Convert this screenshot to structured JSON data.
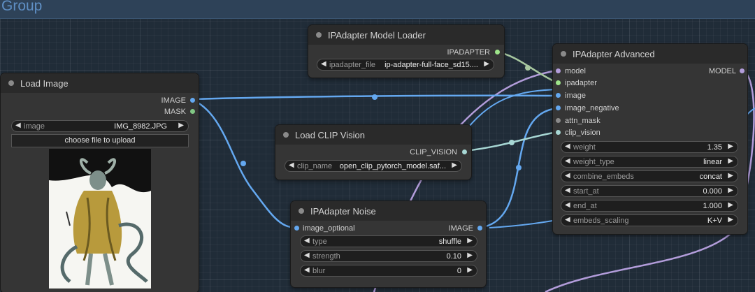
{
  "group": {
    "title": "Group"
  },
  "colors": {
    "image_link": "#64a8f0",
    "model_link": "#b39ddb",
    "ipadapter_link": "#a8c8a0",
    "clip_vision_link": "#a7d7d4",
    "slot_image": "#64a8f0",
    "slot_mask": "#81c784",
    "slot_model": "#b39ddb",
    "slot_ipadapter": "#9ee58a",
    "slot_clip_vision": "#a7d7d4",
    "slot_empty": "#8a8a8a"
  },
  "nodes": {
    "ipadapter_loader": {
      "title": "IPAdapter Model Loader",
      "outputs": [
        "IPADAPTER"
      ],
      "widgets": [
        {
          "label": "ipadapter_file",
          "value": "ip-adapter-full-face_sd15...."
        }
      ]
    },
    "load_image": {
      "title": "Load Image",
      "outputs": [
        "IMAGE",
        "MASK"
      ],
      "widgets": [
        {
          "label": "image",
          "value": "IMG_8982.JPG"
        }
      ],
      "upload_label": "choose file to upload"
    },
    "load_clip_vision": {
      "title": "Load CLIP Vision",
      "outputs": [
        "CLIP_VISION"
      ],
      "widgets": [
        {
          "label": "clip_name",
          "value": "open_clip_pytorch_model.saf..."
        }
      ]
    },
    "ipadapter_noise": {
      "title": "IPAdapter Noise",
      "inputs": [
        "image_optional"
      ],
      "outputs": [
        "IMAGE"
      ],
      "widgets": [
        {
          "label": "type",
          "value": "shuffle"
        },
        {
          "label": "strength",
          "value": "0.10"
        },
        {
          "label": "blur",
          "value": "0"
        }
      ]
    },
    "ipadapter_advanced": {
      "title": "IPAdapter Advanced",
      "inputs": [
        "model",
        "ipadapter",
        "image",
        "image_negative",
        "attn_mask",
        "clip_vision"
      ],
      "outputs": [
        "MODEL"
      ],
      "widgets": [
        {
          "label": "weight",
          "value": "1.35"
        },
        {
          "label": "weight_type",
          "value": "linear"
        },
        {
          "label": "combine_embeds",
          "value": "concat"
        },
        {
          "label": "start_at",
          "value": "0.000"
        },
        {
          "label": "end_at",
          "value": "1.000"
        },
        {
          "label": "embeds_scaling",
          "value": "K+V"
        }
      ]
    }
  }
}
